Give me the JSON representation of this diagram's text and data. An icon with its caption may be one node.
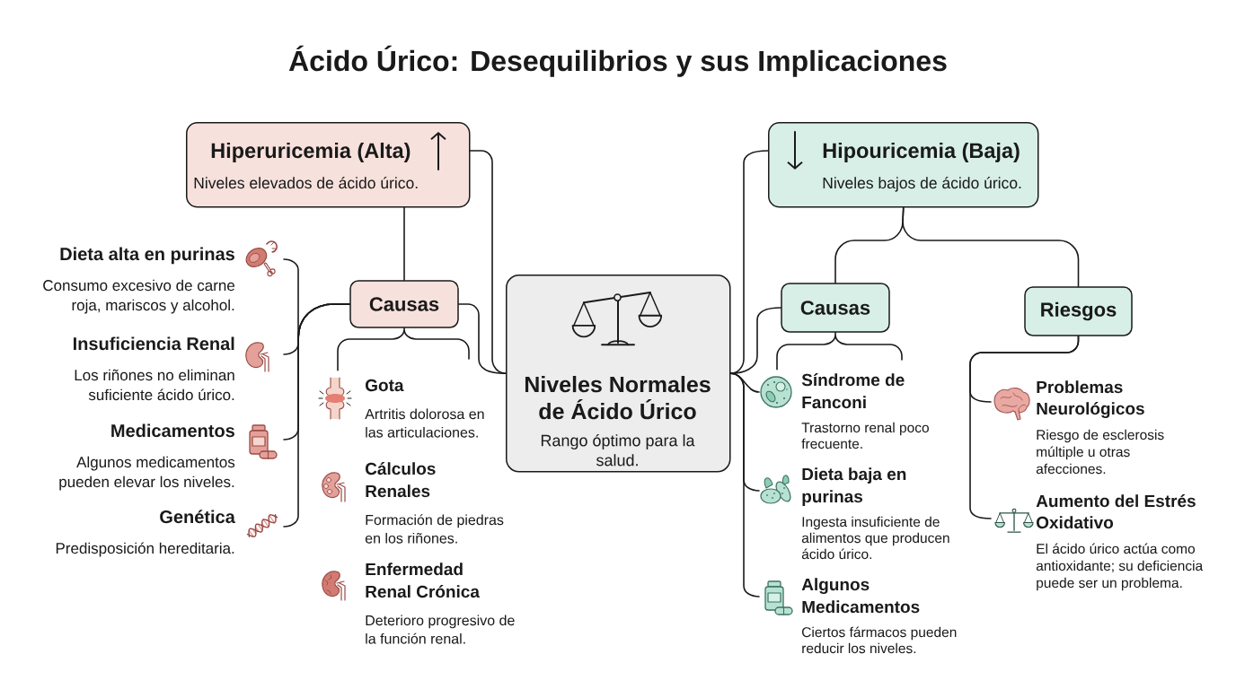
{
  "diagram": {
    "title": "Ácido Úrico: Desequilibrios y sus Implicaciones",
    "nodes": [
      {
        "text": [
          "Hiperuricemia (Alta)",
          "Niveles elevados de ácido úrico."
        ]
      },
      {
        "text": [
          "Hipouricemia (Baja)",
          "Niveles bajos de ácido úrico."
        ]
      },
      {
        "text": [
          "Causas"
        ]
      },
      {
        "text": [
          "Niveles Normales de Ácido Úrico",
          "Rango óptimo para la salud."
        ]
      },
      {
        "text": [
          "Causas"
        ]
      },
      {
        "text": [
          "Riesgos"
        ]
      },
      {
        "text": [
          "Dieta alta en purinas",
          "Consumo excesivo de carne roja, mariscos y alcohol."
        ]
      },
      {
        "text": [
          "Insuficiencia Renal",
          "Los riñones no eliminan suficiente ácido úrico."
        ]
      },
      {
        "text": [
          "Medicamentos",
          "Algunos medicamentos pueden elevar los niveles."
        ]
      },
      {
        "text": [
          "Genética",
          "Predisposición hereditaria."
        ]
      },
      {
        "text": [
          "Gota",
          "Artritis dolorosa en las articulaciones."
        ]
      },
      {
        "text": [
          "Cálculos Renales",
          "Formación de piedras en los riñones."
        ]
      },
      {
        "text": [
          "Enfermedad Renal Crónica",
          "Deterioro progresivo de la función renal."
        ]
      },
      {
        "text": [
          "Síndrome de Fanconi",
          "Trastorno renal poco frecuente."
        ]
      },
      {
        "text": [
          "Dieta baja en purinas",
          "Ingesta insuficiente de alimentos que producen ácido úrico."
        ]
      },
      {
        "text": [
          "Algunos Medicamentos",
          "Ciertos fármacos pueden reducir los niveles."
        ]
      },
      {
        "text": [
          "Problemas Neurológicos",
          "Riesgo de esclerosis múltiple u otras afecciones."
        ]
      },
      {
        "text": [
          "Aumento del Estrés Oxidativo",
          "El ácido úrico actúa como antioxidante; su deficiencia puede ser un problema."
        ]
      }
    ],
    "edges": [
      {
        "from": 0,
        "to": 2,
        "arrow": "none"
      },
      {
        "from": 0,
        "to": 3,
        "arrow": "none"
      },
      {
        "from": 2,
        "to": 3,
        "arrow": "none"
      },
      {
        "from": 2,
        "to": 6,
        "arrow": "none"
      },
      {
        "from": 2,
        "to": 7,
        "arrow": "none"
      },
      {
        "from": 2,
        "to": 8,
        "arrow": "none"
      },
      {
        "from": 2,
        "to": 9,
        "arrow": "none"
      },
      {
        "from": 2,
        "to": 10,
        "arrow": "none"
      },
      {
        "from": 3,
        "to": 1,
        "arrow": "none"
      },
      {
        "from": 3,
        "to": 4,
        "arrow": "none"
      },
      {
        "from": 3,
        "to": 13,
        "arrow": "none"
      },
      {
        "from": 3,
        "to": 14,
        "arrow": "none"
      },
      {
        "from": 3,
        "to": 15,
        "arrow": "none"
      },
      {
        "from": 4,
        "to": 13,
        "arrow": "none"
      },
      {
        "from": 1,
        "to": 4,
        "arrow": "none"
      },
      {
        "from": 1,
        "to": 5,
        "arrow": "none"
      },
      {
        "from": 5,
        "to": 16,
        "arrow": "none"
      },
      {
        "from": 5,
        "to": 17,
        "arrow": "none"
      }
    ]
  }
}
